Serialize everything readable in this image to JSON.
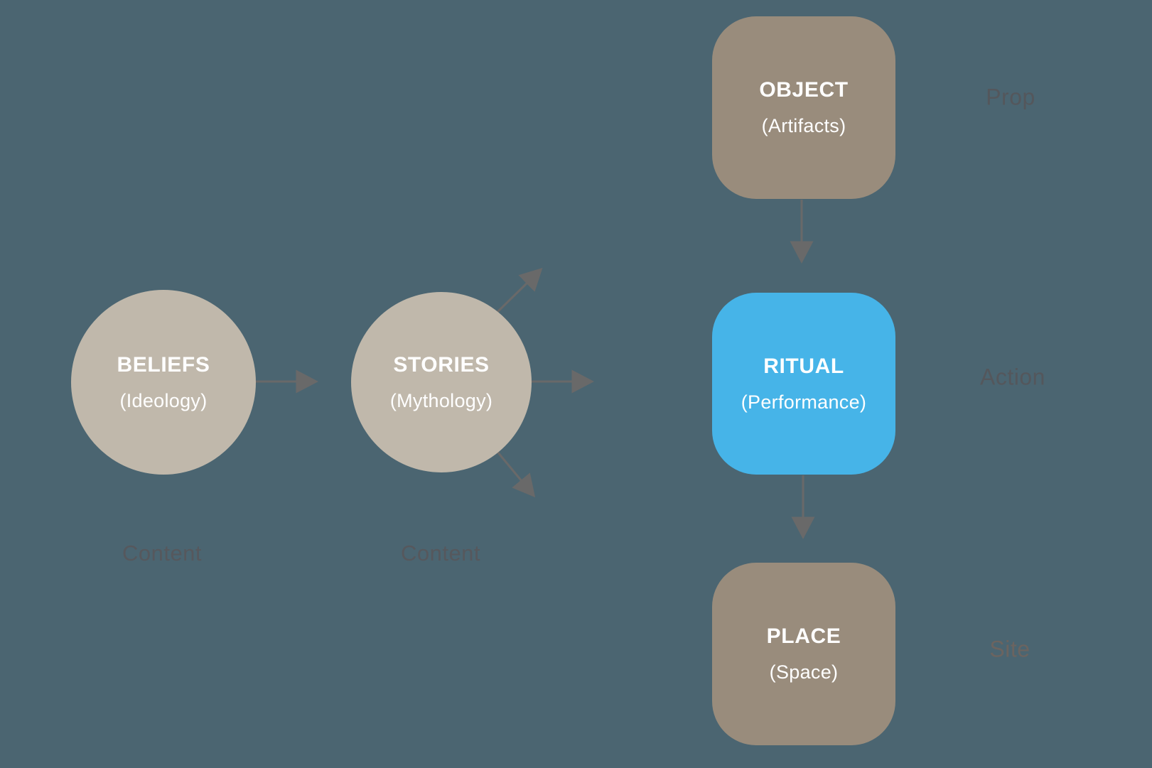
{
  "colors": {
    "bg": "#4B6571",
    "circle_fill": "#C0B8AB",
    "box_fill": "#998C7C",
    "ritual_fill": "#46B4E8",
    "arrow": "#696969",
    "node_text": "#FFFFFF",
    "role_label": "#54575C",
    "site_label": "#6B6460",
    "content_label": "#56585D"
  },
  "nodes": {
    "beliefs": {
      "title": "BELIEFS",
      "subtitle": "(Ideology)"
    },
    "stories": {
      "title": "STORIES",
      "subtitle": "(Mythology)"
    },
    "object": {
      "title": "OBJECT",
      "subtitle": "(Artifacts)"
    },
    "ritual": {
      "title": "RITUAL",
      "subtitle": "(Performance)"
    },
    "place": {
      "title": "PLACE",
      "subtitle": "(Space)"
    }
  },
  "labels": {
    "beliefs_content": "Content",
    "stories_content": "Content",
    "object_role": "Prop",
    "ritual_role": "Action",
    "place_role": "Site"
  }
}
